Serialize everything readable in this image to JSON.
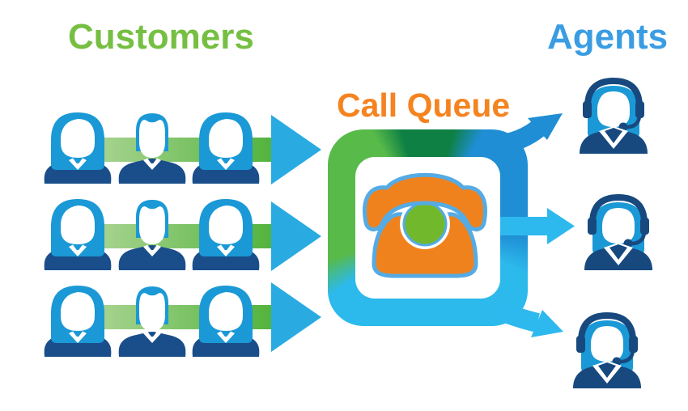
{
  "titles": {
    "customers": "Customers",
    "call_queue": "Call Queue",
    "agents": "Agents"
  },
  "customers": {
    "rows": [
      {
        "persons": [
          "woman",
          "man",
          "woman"
        ]
      },
      {
        "persons": [
          "woman",
          "man",
          "woman"
        ]
      },
      {
        "persons": [
          "woman",
          "man",
          "woman"
        ]
      }
    ],
    "flow_arrows": 3
  },
  "agents": {
    "count": 3,
    "positions": [
      "top",
      "middle",
      "bottom"
    ]
  },
  "queue": {
    "icon": "telephone-icon",
    "outgoing_arrows": 3
  },
  "colors": {
    "title_green": "#76bf43",
    "title_blue": "#3a9de3",
    "title_orange": "#f5831f",
    "head_blue": "#1a99d6",
    "body_navy": "#1a4e8a",
    "agent_navy": "#17497f",
    "bar_light": "#abd491",
    "bar_green": "#4fb23a",
    "arrow_blue": "#29abe2",
    "box_green": "#57ba49",
    "box_dark_green": "#0e8044",
    "box_blue": "#1f8ed4",
    "box_light_blue": "#2cb9ec",
    "agent_arrow_light": "#2eb9ee",
    "phone_orange": "#f0821e",
    "phone_outline": "#55abe4",
    "dial_green": "#72b82c"
  }
}
